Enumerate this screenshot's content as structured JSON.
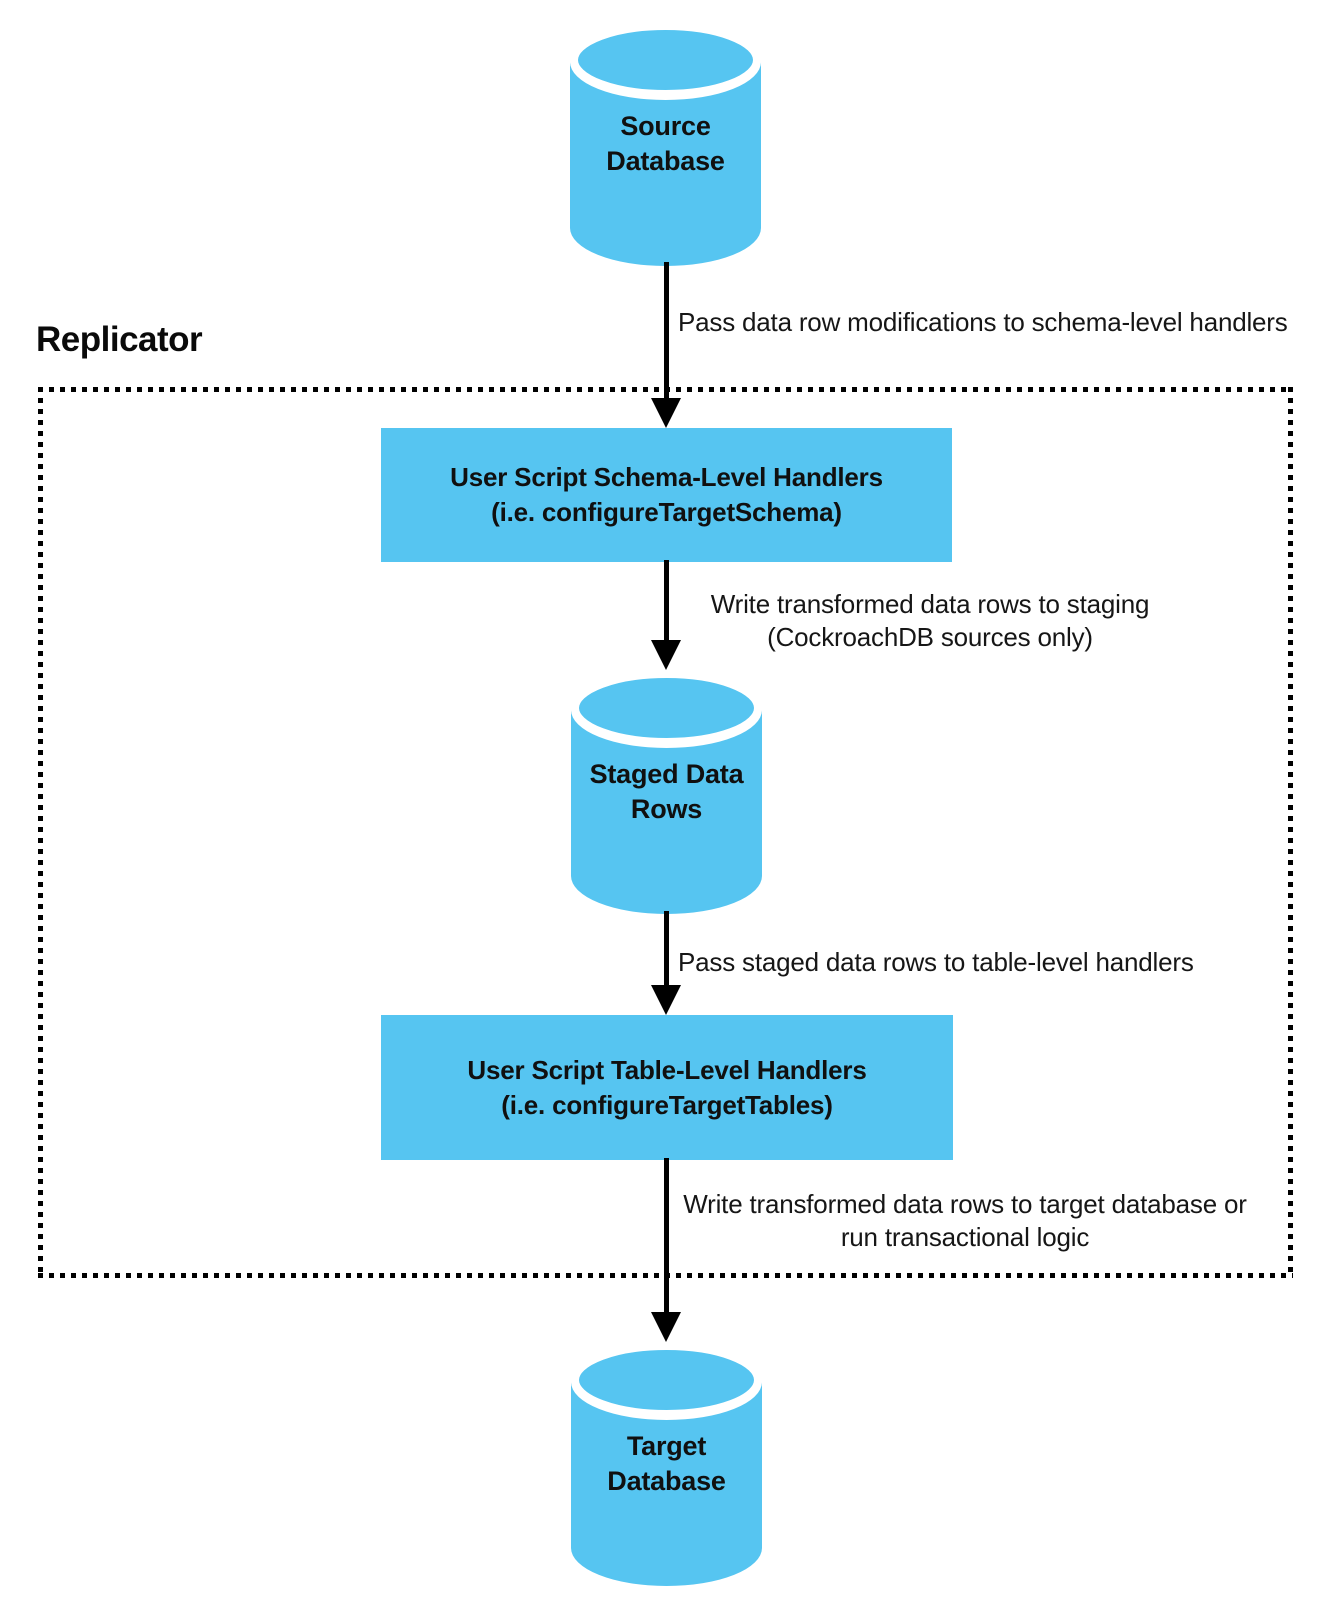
{
  "diagram": {
    "accent_color": "#56c5f1",
    "replicator_label": "Replicator",
    "nodes": {
      "source_db": {
        "type": "cylinder",
        "label": "Source\nDatabase"
      },
      "schema_handlers": {
        "type": "process",
        "line1": "User Script Schema-Level Handlers",
        "line2": "(i.e. configureTargetSchema)"
      },
      "staged_rows": {
        "type": "cylinder",
        "label": "Staged Data\nRows"
      },
      "table_handlers": {
        "type": "process",
        "line1": "User Script Table-Level Handlers",
        "line2": "(i.e. configureTargetTables)"
      },
      "target_db": {
        "type": "cylinder",
        "label": "Target\nDatabase"
      }
    },
    "edges": {
      "source_to_schema": {
        "label": "Pass data row modifications to schema-level handlers"
      },
      "schema_to_staged": {
        "label": "Write transformed data rows to staging\n(CockroachDB sources only)"
      },
      "staged_to_table": {
        "label": "Pass staged data rows to table-level handlers"
      },
      "table_to_target": {
        "label": "Write transformed data rows to target database or\nrun transactional logic"
      }
    }
  }
}
